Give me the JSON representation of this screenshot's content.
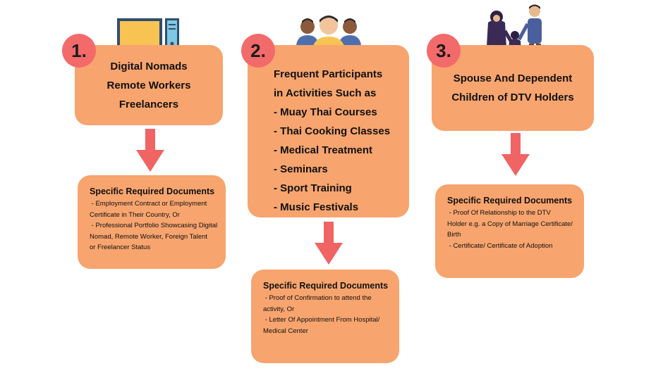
{
  "columns": [
    {
      "number": "1.",
      "icon": "computer-icon",
      "lines": [
        "Digital Nomads",
        "Remote Workers",
        "Freelancers"
      ],
      "docs_title": "Specific Required Documents",
      "docs": [
        " - Employment Contract or Employment",
        "Certificate in Their Country, Or",
        " - Professional Portfolio Showcasing Digital",
        "Nomad, Remote Worker, Foreign Talent",
        "or Freelancer Status"
      ]
    },
    {
      "number": "2.",
      "icon": "people-group-icon",
      "lines": [
        "Frequent Participants",
        "in Activities Such as",
        "- Muay Thai Courses",
        "- Thai Cooking Classes",
        "- Medical Treatment",
        "- Seminars",
        "- Sport Training",
        "- Music Festivals"
      ],
      "docs_title": "Specific Required Documents",
      "docs": [
        " - Proof of Confirmation to attend the",
        "activity, Or",
        " - Letter Of Appointment From Hospital/",
        "Medical Center"
      ]
    },
    {
      "number": "3.",
      "icon": "family-icon",
      "lines": [
        "Spouse And Dependent",
        "Children of DTV Holders"
      ],
      "docs_title": "Specific Required Documents",
      "docs": [
        " - Proof Of Relationship to the DTV",
        "Holder e.g. a Copy of Marriage Certificate/",
        "Birth",
        " - Certificate/ Certificate of Adoption"
      ]
    }
  ],
  "colors": {
    "box": "#f7a46e",
    "badge": "#f36a6a",
    "arrow": "#f06464"
  }
}
